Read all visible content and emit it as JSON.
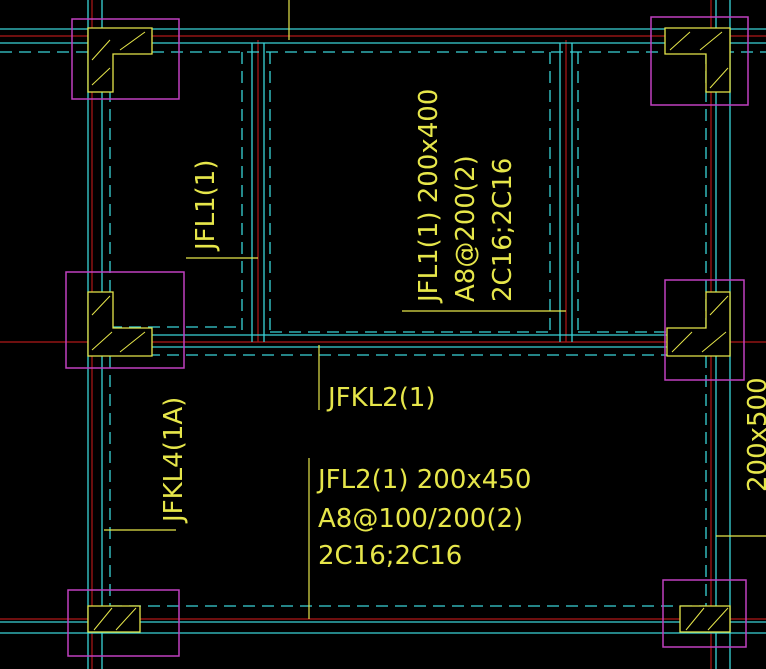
{
  "drawing": {
    "background": "#000000",
    "colors": {
      "axis_line": "#b01818",
      "beam_edge": "#39d4d8",
      "column_box": "#c040c0",
      "column_fill": "#e6e64a",
      "annotation": "#e6e64a"
    },
    "labels": {
      "jfl1_short": "JFL1(1)",
      "jfl1_l1": "JFL1(1) 200x400",
      "jfl1_l2": "A8@200(2)",
      "jfl1_l3": "2C16;2C16",
      "jfkl2": "JFKL2(1)",
      "jfkl4": "JFKL4(1A)",
      "jfl2_l1": "JFL2(1) 200x450",
      "jfl2_l2": "A8@100/200(2)",
      "jfl2_l3": "2C16;2C16",
      "right_size": "200x500"
    }
  }
}
